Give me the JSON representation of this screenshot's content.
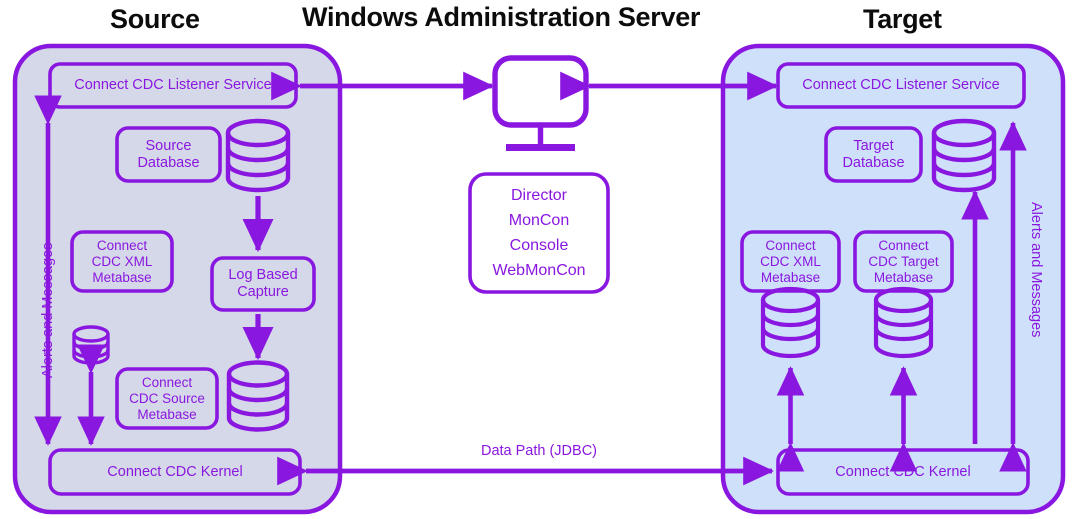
{
  "diagram": {
    "title_source": "Source",
    "title_center": "Windows Administration Server",
    "title_target": "Target",
    "stroke_color": "#8a17e0",
    "source_fill": "#d5d8e8",
    "target_fill": "#cfe0fb",
    "center_fill": "#ffffff",
    "header_color": "#0c0c0c"
  },
  "source": {
    "listener": "Connect CDC Listener Service",
    "database": "Source\nDatabase",
    "xml_metabase": "Connect\nCDC XML\nMetabase",
    "log_capture": "Log Based\nCapture",
    "source_metabase": "Connect\nCDC Source\nMetabase",
    "kernel": "Connect CDC Kernel",
    "alerts": "Alerts and Messages"
  },
  "center": {
    "monitor_icon": "desktop-monitor-icon",
    "tools": "Director\nMonCon\nConsole\nWebMonCon",
    "tool_list": [
      "Director",
      "MonCon",
      "Console",
      "WebMonCon"
    ]
  },
  "target": {
    "listener": "Connect CDC Listener Service",
    "database": "Target\nDatabase",
    "xml_metabase": "Connect\nCDC XML\nMetabase",
    "target_metabase": "Connect\nCDC Target\nMetabase",
    "kernel": "Connect CDC Kernel",
    "alerts": "Alerts and Messages"
  },
  "links": {
    "data_path": "Data Path (JDBC)"
  }
}
